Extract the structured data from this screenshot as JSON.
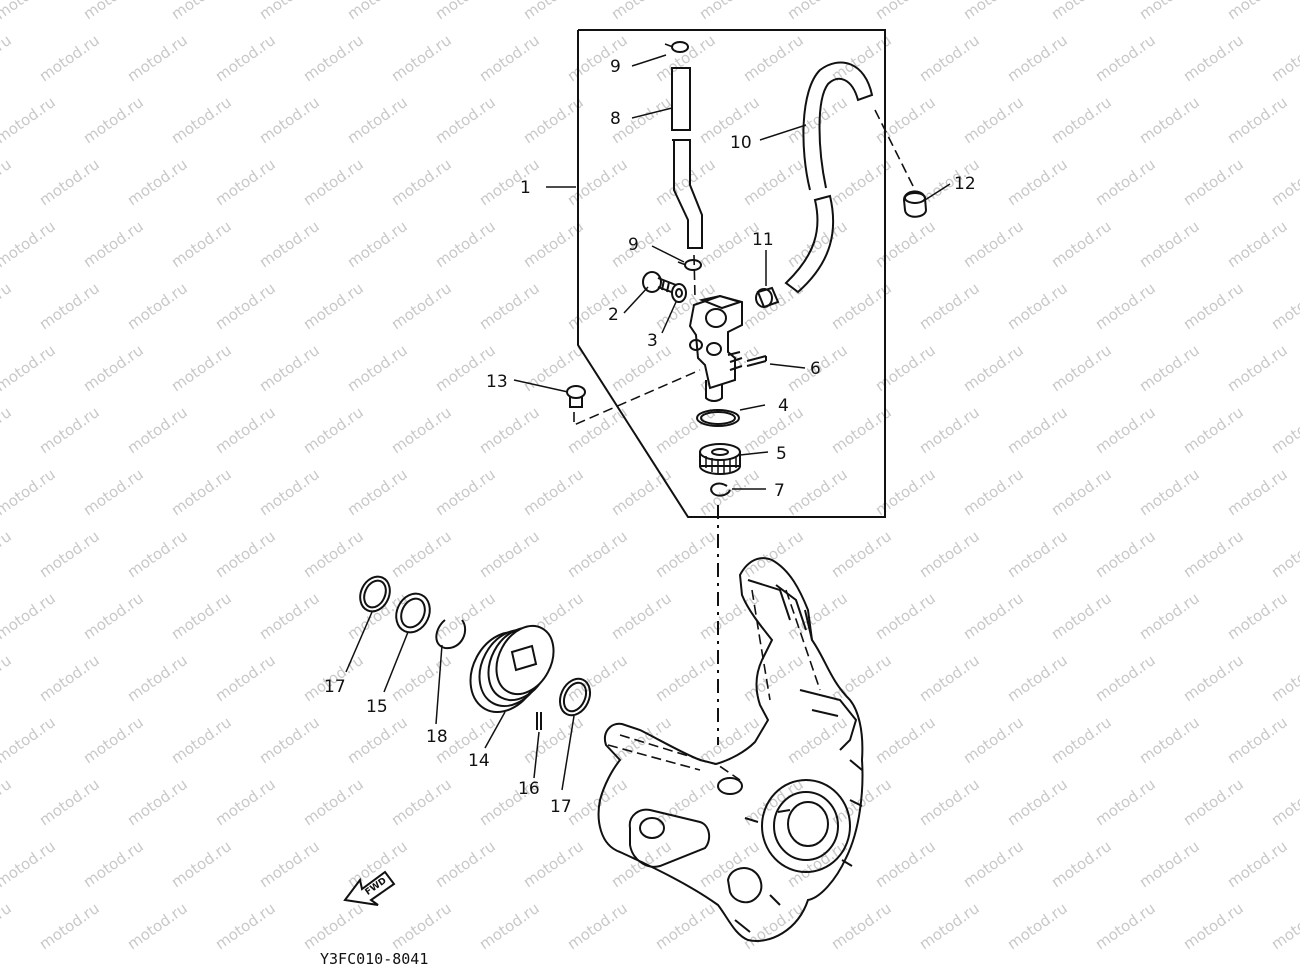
{
  "watermark": {
    "text": "motod.ru",
    "color": "#c8c8c8"
  },
  "callouts": [
    {
      "id": "c1",
      "text": "1"
    },
    {
      "id": "c2",
      "text": "2"
    },
    {
      "id": "c3",
      "text": "3"
    },
    {
      "id": "c4",
      "text": "4"
    },
    {
      "id": "c5",
      "text": "5"
    },
    {
      "id": "c6",
      "text": "6"
    },
    {
      "id": "c7",
      "text": "7"
    },
    {
      "id": "c8",
      "text": "8"
    },
    {
      "id": "c9a",
      "text": "9"
    },
    {
      "id": "c9b",
      "text": "9"
    },
    {
      "id": "c10",
      "text": "10"
    },
    {
      "id": "c11",
      "text": "11"
    },
    {
      "id": "c12",
      "text": "12"
    },
    {
      "id": "c13",
      "text": "13"
    },
    {
      "id": "c14",
      "text": "14"
    },
    {
      "id": "c15",
      "text": "15"
    },
    {
      "id": "c16",
      "text": "16"
    },
    {
      "id": "c17a",
      "text": "17"
    },
    {
      "id": "c17b",
      "text": "17"
    },
    {
      "id": "c18",
      "text": "18"
    }
  ],
  "fwd_arrow": {
    "text": "FWD"
  },
  "drawing_code": "Y3FC010-8041",
  "colors": {
    "line": "#111111",
    "background": "#ffffff"
  }
}
